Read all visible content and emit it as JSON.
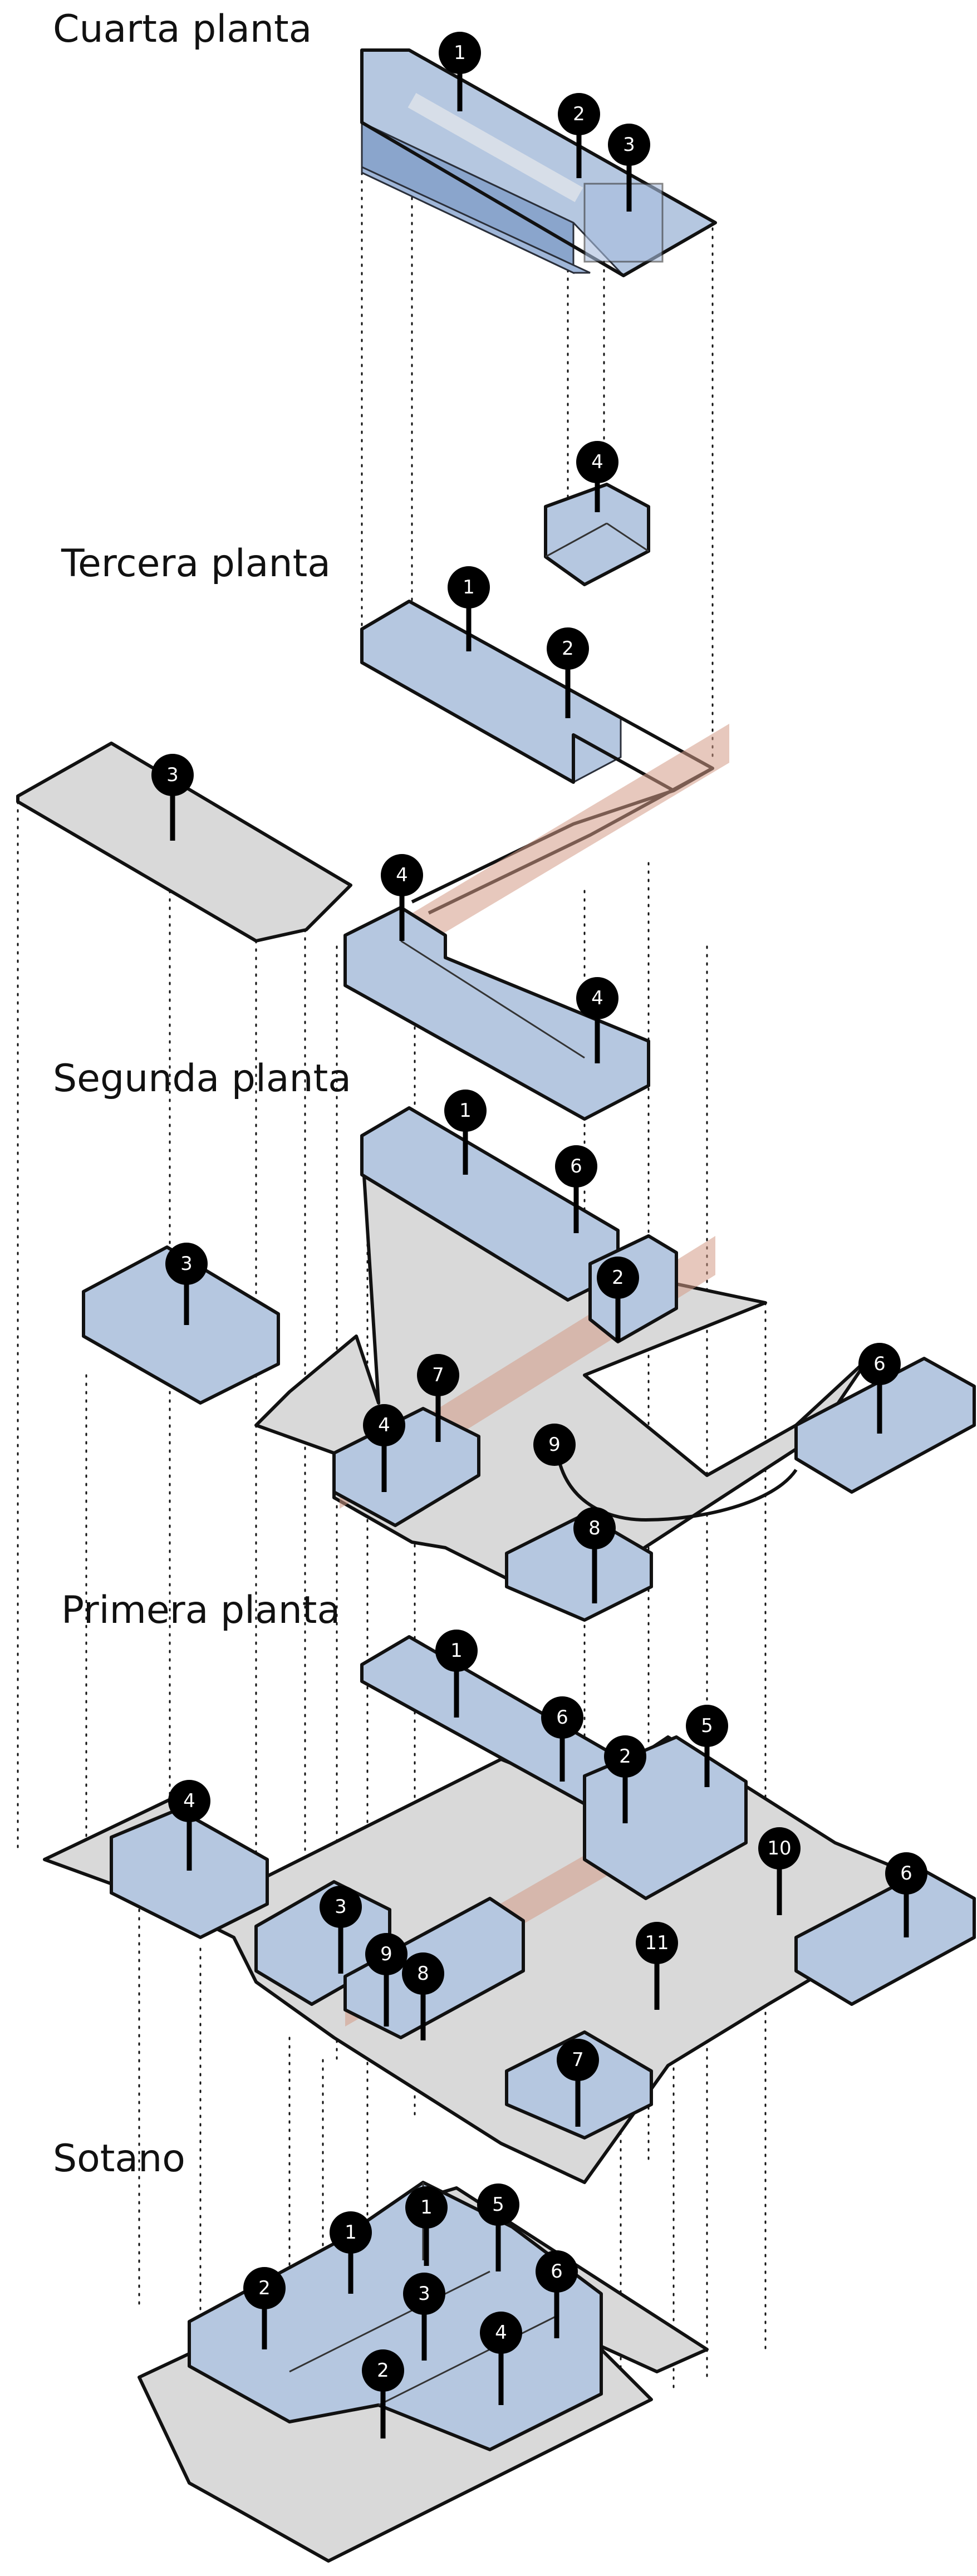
{
  "floors": [
    {
      "id": "cuarta",
      "title": "Cuarta planta",
      "markers": [
        "1",
        "2",
        "3"
      ]
    },
    {
      "id": "tercera",
      "title": "Tercera planta",
      "markers": [
        "4",
        "1",
        "2",
        "3",
        "4",
        "4"
      ]
    },
    {
      "id": "segunda",
      "title": "Segunda planta",
      "markers": [
        "1",
        "6",
        "3",
        "2",
        "7",
        "4",
        "9",
        "8",
        "6"
      ]
    },
    {
      "id": "primera",
      "title": "Primera planta",
      "markers": [
        "1",
        "6",
        "5",
        "2",
        "4",
        "10",
        "6",
        "3",
        "11",
        "9",
        "8",
        "7"
      ]
    },
    {
      "id": "sotano",
      "title": "Sotano",
      "markers": [
        "1",
        "5",
        "1",
        "2",
        "3",
        "6",
        "4",
        "2"
      ]
    }
  ],
  "colors": {
    "plate": "#d9d9d9",
    "room": "#a9bedf",
    "ramp": "#d49a87",
    "marker": "#000000"
  }
}
